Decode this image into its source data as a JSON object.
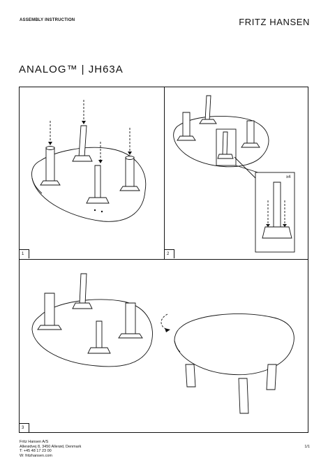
{
  "header": {
    "doc_type": "ASSEMBLY INSTRUCTION",
    "brand": "FRITZ HANSEN"
  },
  "title": "ANALOG™ | JH63A",
  "steps": [
    "1",
    "2",
    "3"
  ],
  "callout_multiplier": "x4",
  "footer": {
    "company": "Fritz Hansen A/S",
    "address": "Allerødvej 8, 3450 Allerød, Denmark",
    "phone": "T: +45 48 17 23 00",
    "web": "W: fritzhansen.com",
    "page": "1/1"
  }
}
